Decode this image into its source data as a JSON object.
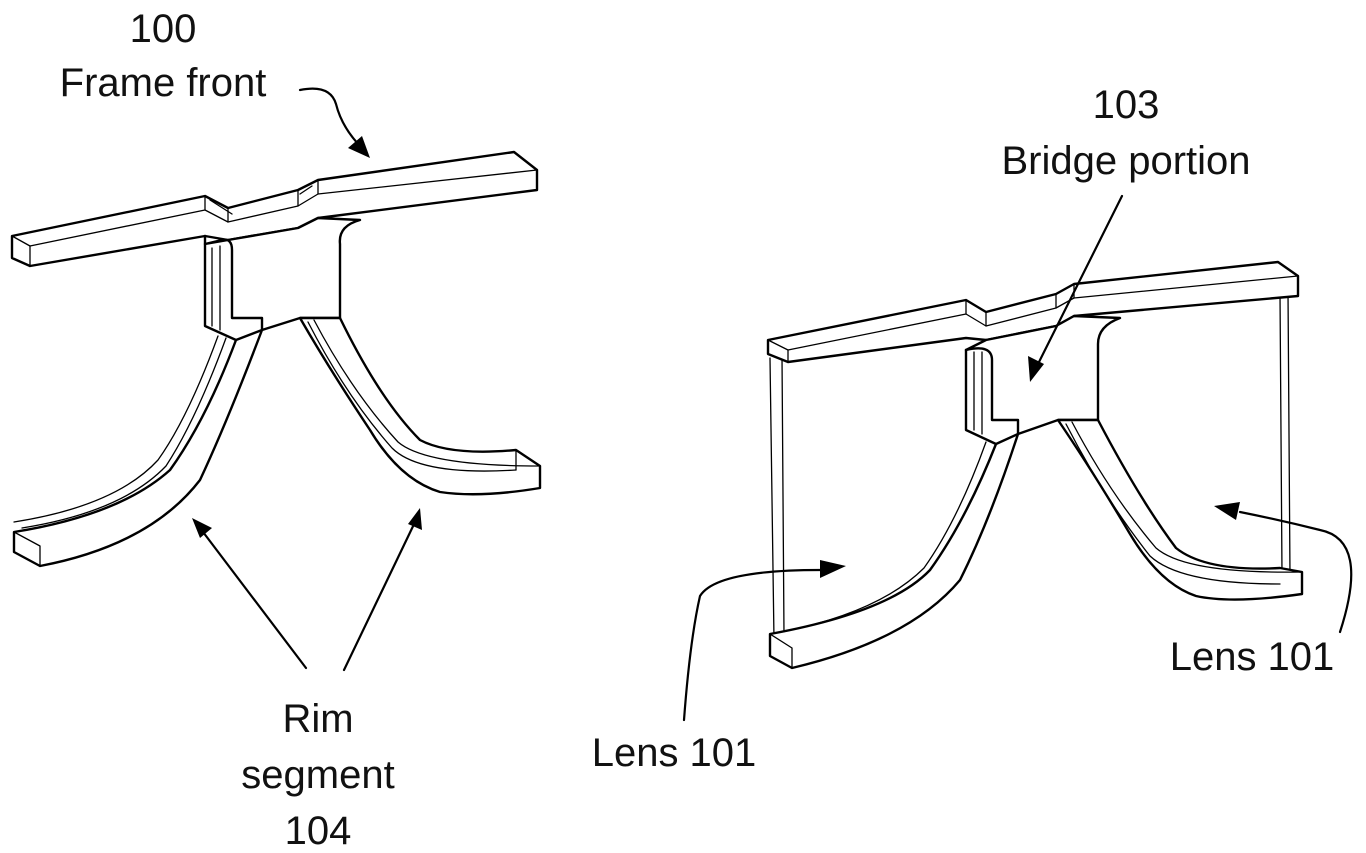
{
  "labels": {
    "frame_front_number": "100",
    "frame_front_name": "Frame front",
    "bridge_number": "103",
    "bridge_name": "Bridge portion",
    "rim_line1": "Rim",
    "rim_line2": "segment",
    "rim_line3": "104",
    "lens_left": "Lens 101",
    "lens_right": "Lens 101"
  },
  "colors": {
    "line": "#000000",
    "background": "#ffffff"
  }
}
